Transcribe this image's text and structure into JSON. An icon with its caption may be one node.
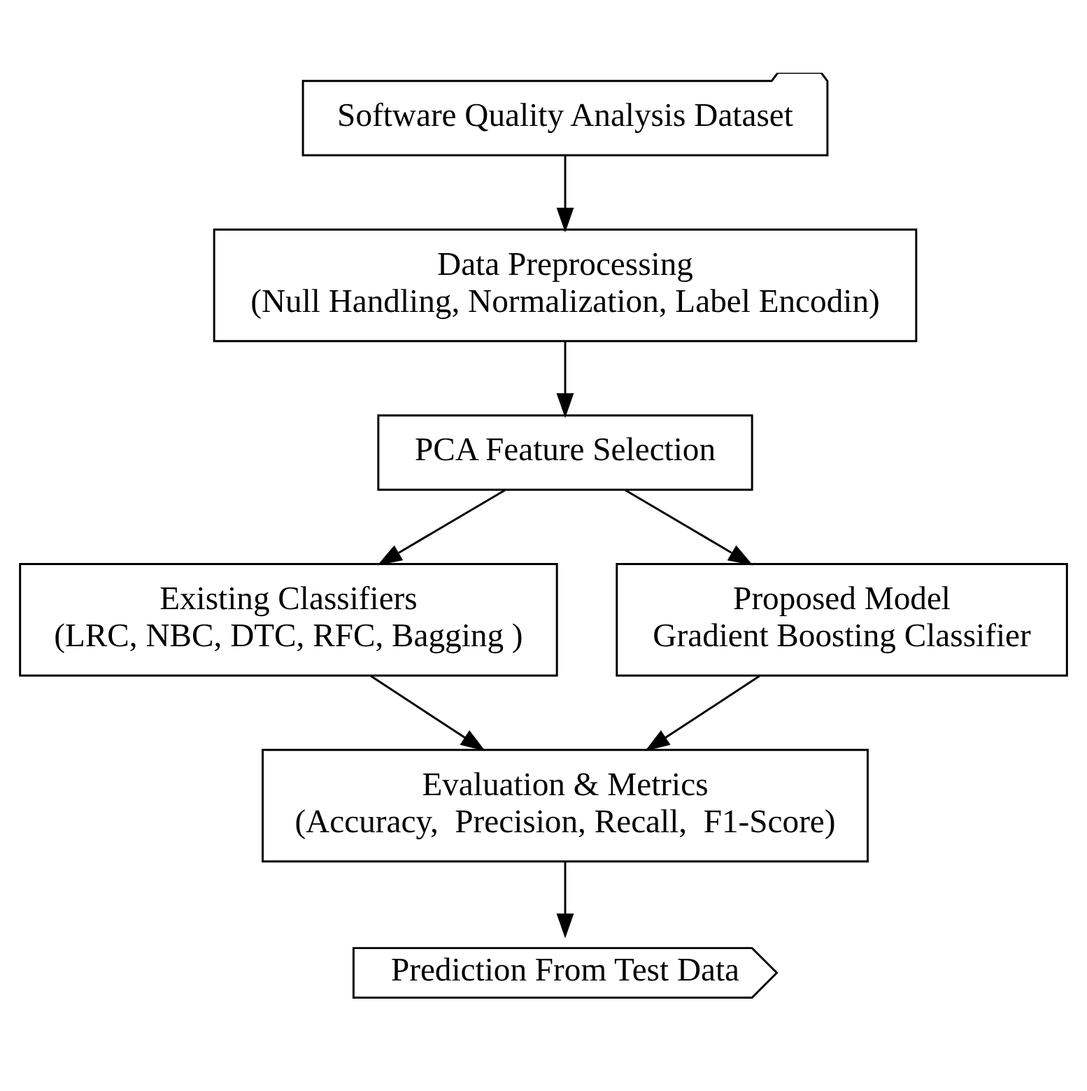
{
  "diagram": {
    "nodes": [
      {
        "text": [
          "Software Quality Analysis Dataset"
        ]
      },
      {
        "text": [
          "Data Preprocessing",
          "(Null Handling, Normalization, Label Encodin)"
        ]
      },
      {
        "text": [
          "PCA Feature Selection"
        ]
      },
      {
        "text": [
          "Existing Classifiers",
          "(LRC, NBC, DTC, RFC, Bagging )"
        ]
      },
      {
        "text": [
          "Proposed Model",
          "Gradient Boosting Classifier"
        ]
      },
      {
        "text": [
          "Evaluation & Metrics",
          "(Accuracy,  Precision, Recall,  F1-Score)"
        ]
      },
      {
        "text": [
          "Prediction From Test Data"
        ]
      }
    ],
    "edges": [
      {
        "from": 0,
        "to": 1,
        "arrow": "to"
      },
      {
        "from": 1,
        "to": 2,
        "arrow": "to"
      },
      {
        "from": 2,
        "to": 3,
        "arrow": "to"
      },
      {
        "from": 2,
        "to": 4,
        "arrow": "to"
      },
      {
        "from": 3,
        "to": 5,
        "arrow": "to"
      },
      {
        "from": 4,
        "to": 5,
        "arrow": "to"
      },
      {
        "from": 5,
        "to": 6,
        "arrow": "to"
      }
    ]
  }
}
